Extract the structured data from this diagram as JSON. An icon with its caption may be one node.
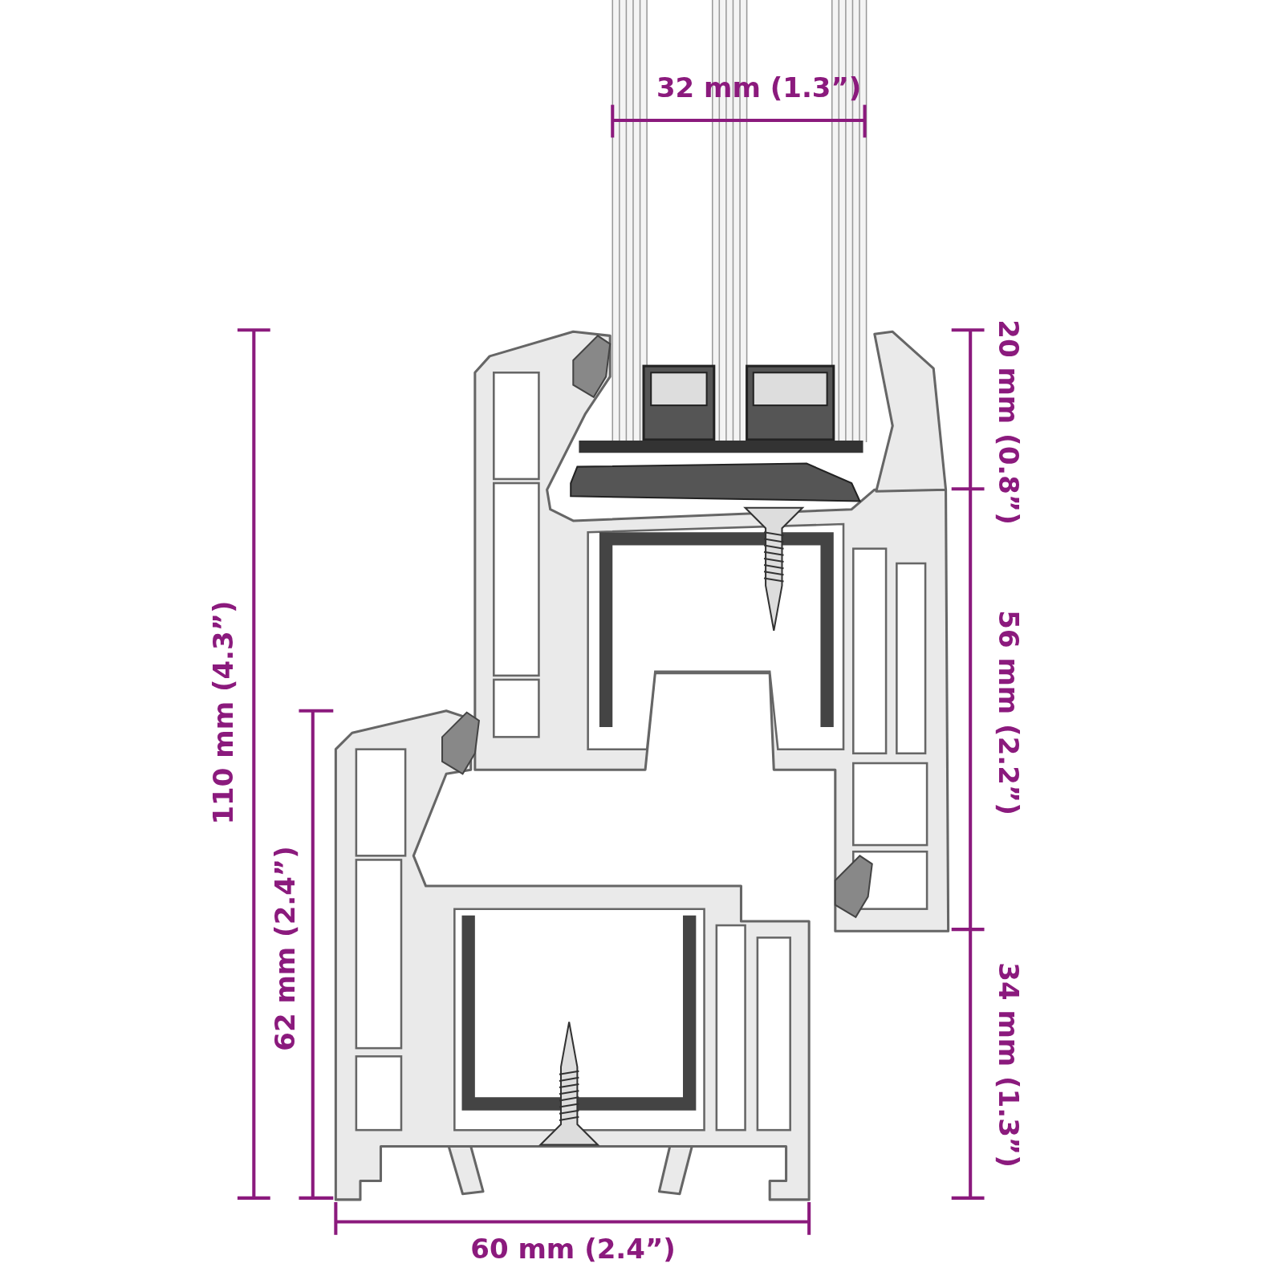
{
  "diagram": {
    "labels": [
      "32 mm (1.3”)",
      "20 mm (0.8”)",
      "110 mm (4.3”)",
      "56 mm (2.2”)",
      "62 mm (2.4”)",
      "34 mm (1.3”)",
      "60 mm (2.4”)"
    ]
  }
}
